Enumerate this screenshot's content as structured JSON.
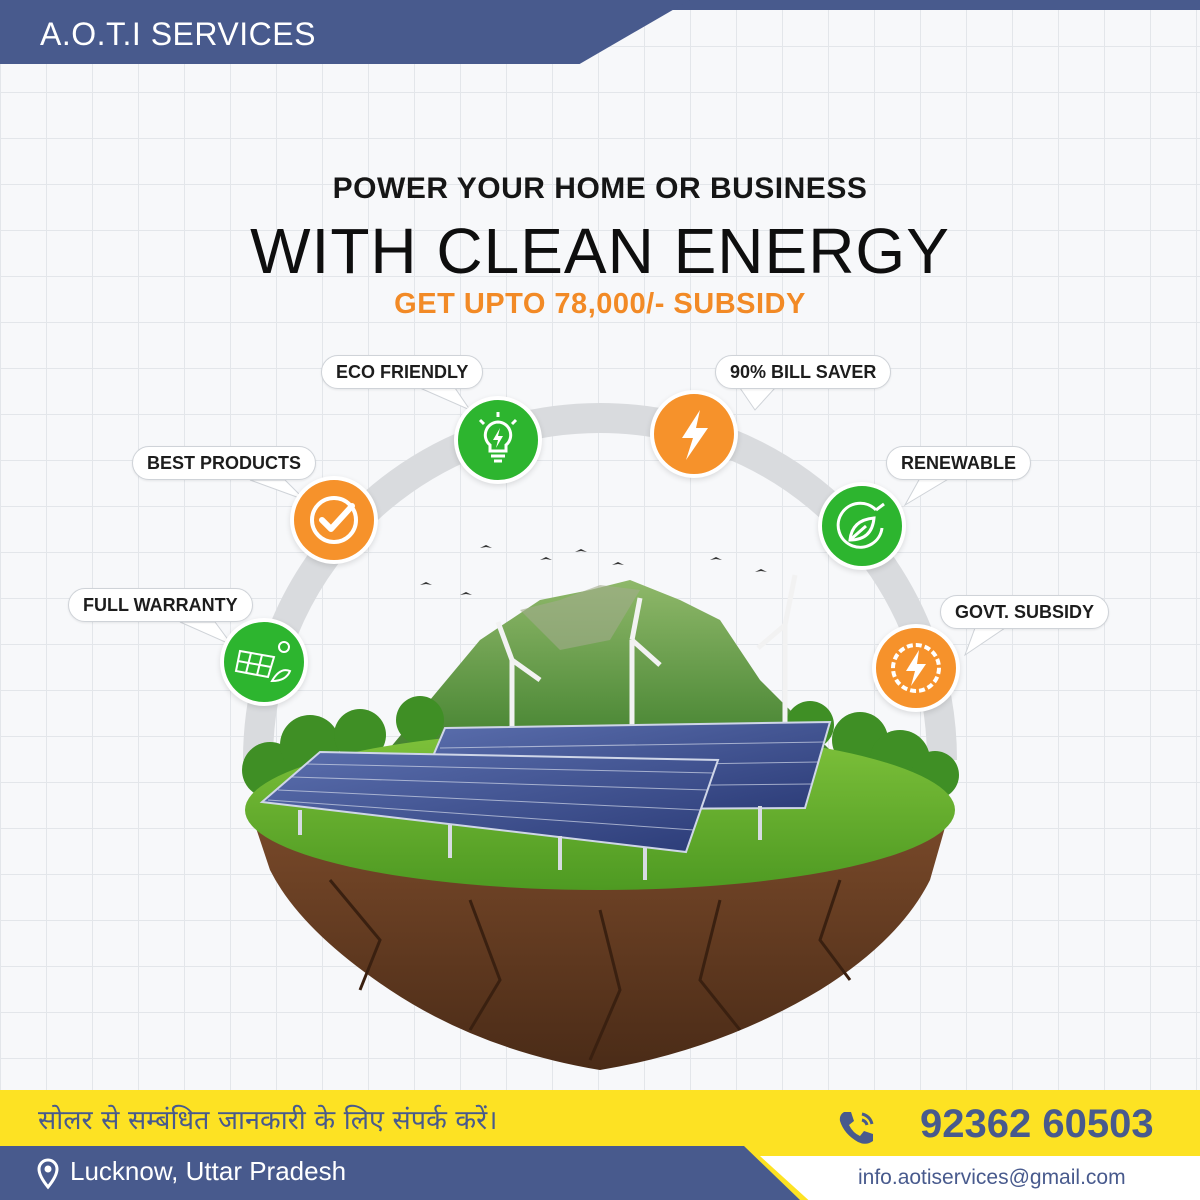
{
  "brand": "A.O.T.I SERVICES",
  "headline": {
    "line1": "POWER YOUR HOME OR BUSINESS",
    "line2": "WITH CLEAN ENERGY",
    "line3": "GET UPTO 78,000/- SUBSIDY"
  },
  "features": [
    {
      "label": "FULL WARRANTY",
      "icon": "solar-panel-icon"
    },
    {
      "label": "BEST PRODUCTS",
      "icon": "check-circle-icon"
    },
    {
      "label": "ECO FRIENDLY",
      "icon": "eco-bulb-icon"
    },
    {
      "label": "90% BILL SAVER",
      "icon": "lightning-icon"
    },
    {
      "label": "RENEWABLE",
      "icon": "leaf-plug-icon"
    },
    {
      "label": "GOVT. SUBSIDY",
      "icon": "gauge-bolt-icon"
    }
  ],
  "footer": {
    "tagline": "सोलर से सम्बंधित जानकारी के लिए संपर्क करें।",
    "phone": "92362 60503",
    "location": "Lucknow, Uttar Pradesh",
    "email": "info.aotiservices@gmail.com"
  },
  "colors": {
    "navy": "#485a8d",
    "orange": "#f6922b",
    "green": "#2db52f",
    "yellow": "#fde223"
  }
}
